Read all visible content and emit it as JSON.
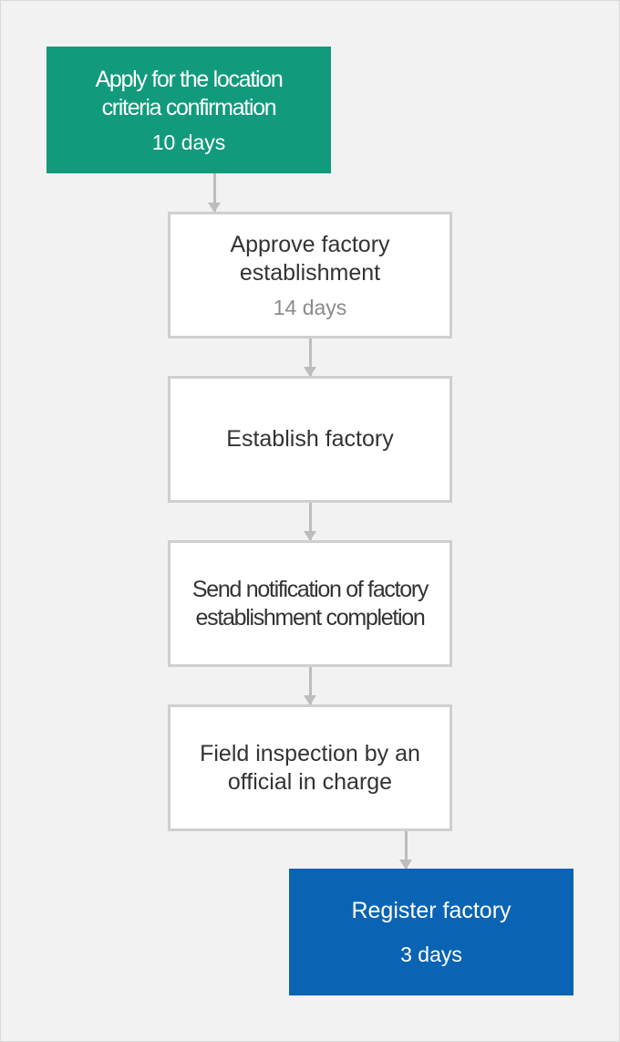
{
  "steps": [
    {
      "title": "Apply for the location criteria confirmation",
      "days": "10 days"
    },
    {
      "title": "Approve factory establishment",
      "days": "14 days"
    },
    {
      "title": "Establish factory"
    },
    {
      "title": "Send notification of factory establishment completion"
    },
    {
      "title": "Field inspection by an official in charge"
    },
    {
      "title": "Register factory",
      "days": "3 days"
    }
  ],
  "colors": {
    "green": "#129a7c",
    "blue": "#0b64b3",
    "border": "#cfcfcf",
    "arrow": "#bdbdbd",
    "background": "#f2f2f2"
  }
}
